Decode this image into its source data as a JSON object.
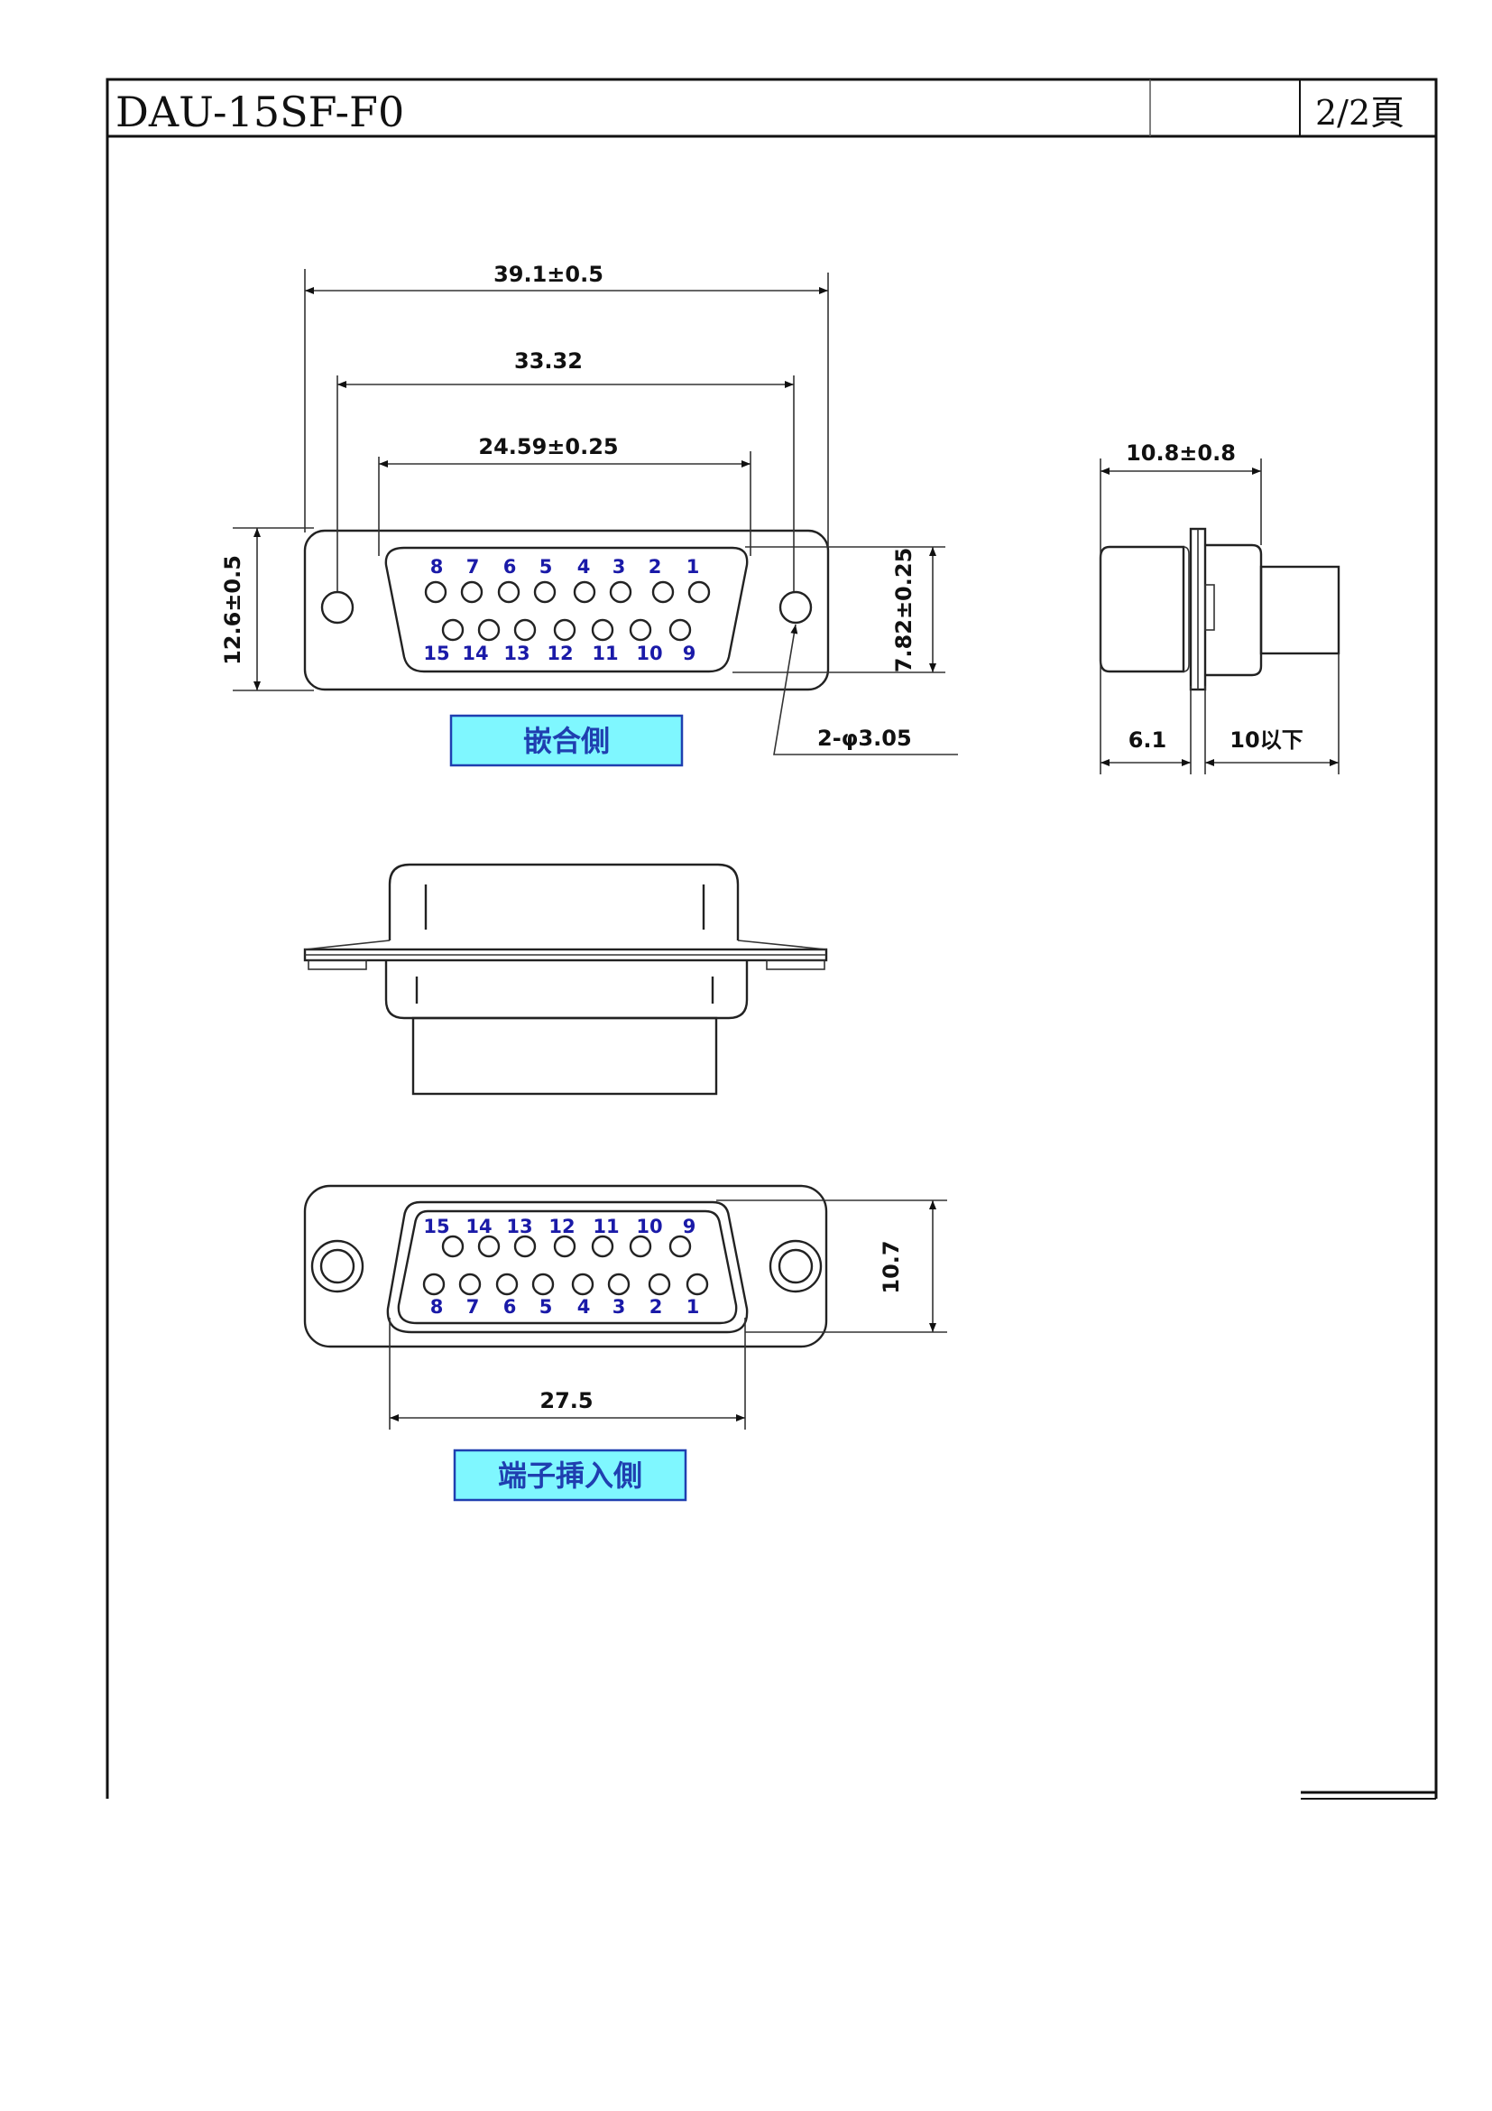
{
  "header": {
    "title": "DAU-15SF-F0",
    "page": "2/2頁"
  },
  "views": {
    "mating_side": {
      "label": "嵌合側",
      "pins_top": [
        "8",
        "7",
        "6",
        "5",
        "4",
        "3",
        "2",
        "1"
      ],
      "pins_bottom": [
        "15",
        "14",
        "13",
        "12",
        "11",
        "10",
        "9"
      ]
    },
    "terminal_side": {
      "label": "端子挿入側",
      "pins_top": [
        "15",
        "14",
        "13",
        "12",
        "11",
        "10",
        "9"
      ],
      "pins_bottom": [
        "8",
        "7",
        "6",
        "5",
        "4",
        "3",
        "2",
        "1"
      ]
    }
  },
  "dimensions": {
    "overall_width": "39.1±0.5",
    "mount_pitch": "33.32",
    "shell_width": "24.59±0.25",
    "overall_height": "12.6±0.5",
    "shell_height": "7.82±0.25",
    "mount_holes": "2-φ3.05",
    "side_depth": "10.8±0.8",
    "front_depth": "6.1",
    "tail_length": "10以下",
    "rear_height": "10.7",
    "rear_width": "27.5"
  },
  "colors": {
    "label_fill": "#7ff7ff",
    "label_border": "#1f3fb0",
    "pin_text": "#1a1aa8"
  }
}
